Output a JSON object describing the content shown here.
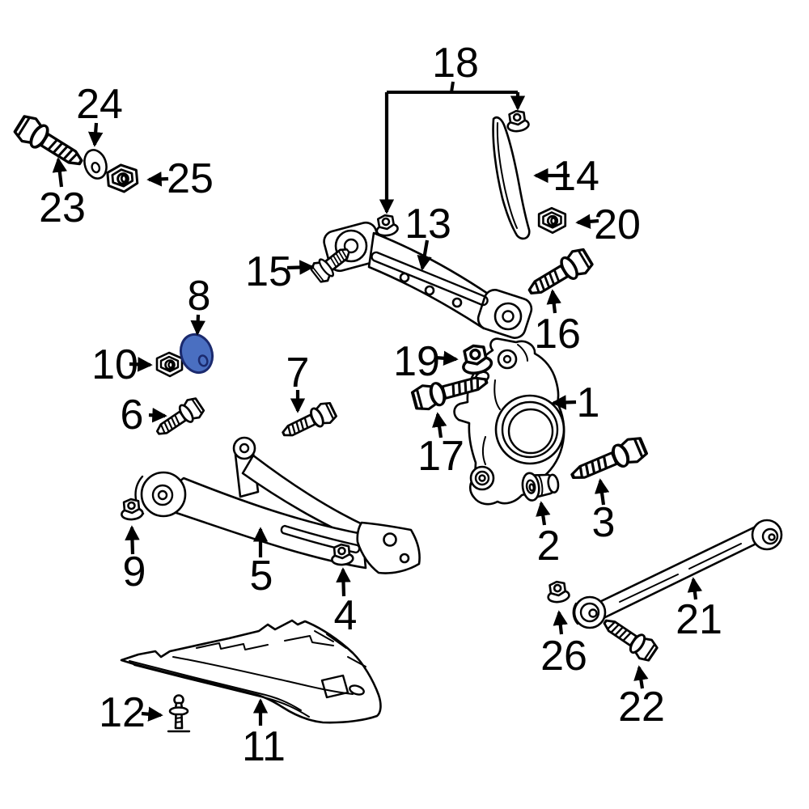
{
  "colors": {
    "background": "#ffffff",
    "line": "#000000",
    "highlight_fill": "#4a6fc1",
    "highlight_stroke": "#1b2a6e"
  },
  "highlighted_callout": "8",
  "callouts": [
    {
      "number": "1"
    },
    {
      "number": "2"
    },
    {
      "number": "3"
    },
    {
      "number": "4"
    },
    {
      "number": "5"
    },
    {
      "number": "6"
    },
    {
      "number": "7"
    },
    {
      "number": "8"
    },
    {
      "number": "9"
    },
    {
      "number": "10"
    },
    {
      "number": "11"
    },
    {
      "number": "12"
    },
    {
      "number": "13"
    },
    {
      "number": "14"
    },
    {
      "number": "15"
    },
    {
      "number": "16"
    },
    {
      "number": "17"
    },
    {
      "number": "18"
    },
    {
      "number": "19"
    },
    {
      "number": "20"
    },
    {
      "number": "21"
    },
    {
      "number": "22"
    },
    {
      "number": "23"
    },
    {
      "number": "24"
    },
    {
      "number": "25"
    },
    {
      "number": "26"
    }
  ]
}
